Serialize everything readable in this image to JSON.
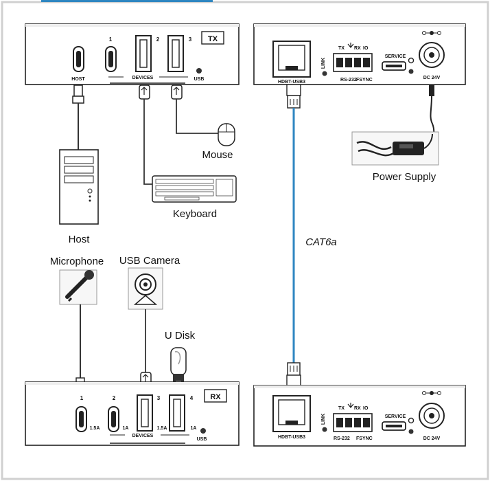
{
  "labels": {
    "mouse": "Mouse",
    "keyboard": "Keyboard",
    "host": "Host",
    "microphone": "Microphone",
    "usb_camera": "USB Camera",
    "u_disk": "U Disk",
    "power_supply": "Power Supply",
    "cable": "CAT6a"
  },
  "tx_usb": {
    "badge": "TX",
    "host_port": "HOST",
    "port1": "1",
    "port2": "2",
    "port3": "3",
    "devices": "DEVICES",
    "usb": "USB"
  },
  "rx_usb": {
    "badge": "RX",
    "port1": "1",
    "port2": "2",
    "port3": "3",
    "port4": "4",
    "cur1": "1.5A",
    "cur2": "1A",
    "cur3": "1.5A",
    "cur4": "1A",
    "devices": "DEVICES",
    "usb": "USB"
  },
  "hdbt_panel": {
    "hdbt": "HDBT-USB3",
    "link": "LINK",
    "txrx": "TX",
    "rx": "RX",
    "io": "IO",
    "rs232": "RS-232",
    "fsync": "FSYNC",
    "service": "SERVICE",
    "dc": "DC 24V"
  },
  "colors": {
    "cable": "#2e86c1",
    "frame": "#cfcfcf",
    "header_accent": "#2e86c1"
  }
}
